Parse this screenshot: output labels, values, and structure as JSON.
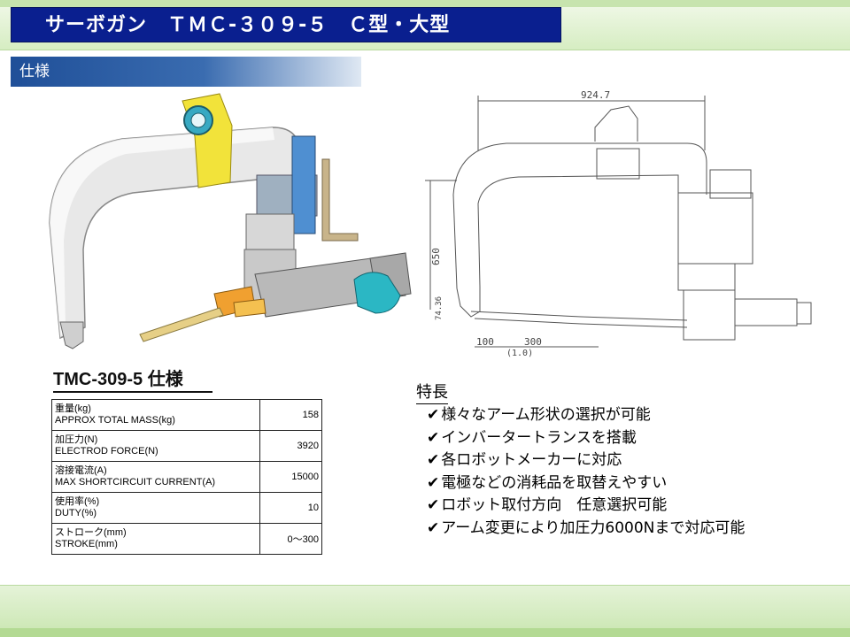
{
  "title": "サーボガン　ＴＭＣ-３０９-５　Ｃ型・大型",
  "section": "仕様",
  "drawing": {
    "dim_width": "924.7",
    "dim_height": "650",
    "dim_small": "74.36",
    "dim_stroke_min": "100",
    "dim_stroke": "300",
    "dim_stroke_note": "(1.0)"
  },
  "spec": {
    "heading": "TMC-309-5 仕様",
    "rows": [
      {
        "label_jp": "重量(kg)",
        "label_en": "APPROX TOTAL MASS(kg)",
        "value": "158"
      },
      {
        "label_jp": "加圧力(N)",
        "label_en": "ELECTROD FORCE(N)",
        "value": "3920"
      },
      {
        "label_jp": "溶接電流(A)",
        "label_en": "MAX SHORTCIRCUIT CURRENT(A)",
        "value": "15000"
      },
      {
        "label_jp": "使用率(%)",
        "label_en": "DUTY(%)",
        "value": "10"
      },
      {
        "label_jp": "ストローク(mm)",
        "label_en": "STROKE(mm)",
        "value": "0～300"
      }
    ]
  },
  "features": {
    "title": "特長",
    "items": [
      "様々なアーム形状の選択が可能",
      "インバータートランスを搭載",
      "各ロボットメーカーに対応",
      "電極などの消耗品を取替えやすい",
      "ロボット取付方向　任意選択可能",
      "アーム変更により加圧力6000Nまで対応可能"
    ]
  },
  "icons": {
    "check": "checkmark-icon"
  },
  "colors": {
    "title_bg": "#0a1f8f",
    "subtitle_bg": "#1f4f98",
    "background_green": "#d6edc2",
    "arm_gray": "#e6e6e6",
    "bracket_yellow": "#f2e33a",
    "motor_teal": "#2bb7c4",
    "electrode_orange": "#f0a030"
  }
}
